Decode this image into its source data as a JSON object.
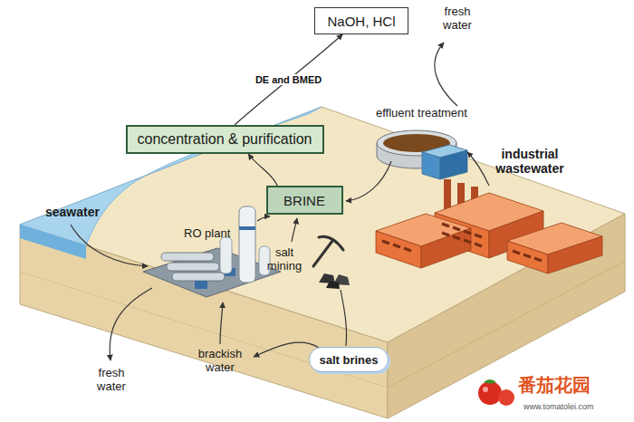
{
  "diagram": {
    "nodes": [
      {
        "text": [
          "NaOH, HCl"
        ]
      },
      {
        "text": [
          "concentration & purification"
        ]
      },
      {
        "text": [
          "BRINE"
        ]
      },
      {
        "text": [
          "salt brines"
        ]
      }
    ],
    "edges": [
      {
        "from": 1,
        "to": 0,
        "arrow": "to",
        "label": "DE and BMED"
      },
      {
        "from": 2,
        "to": 1,
        "arrow": "to"
      }
    ],
    "labels": [
      "fresh water",
      "effluent treatment",
      "industrial wastewater",
      "seawater",
      "RO plant",
      "salt mining",
      "brackish water",
      "fresh water",
      "番茄花园",
      "www.tomatolei.com"
    ]
  }
}
